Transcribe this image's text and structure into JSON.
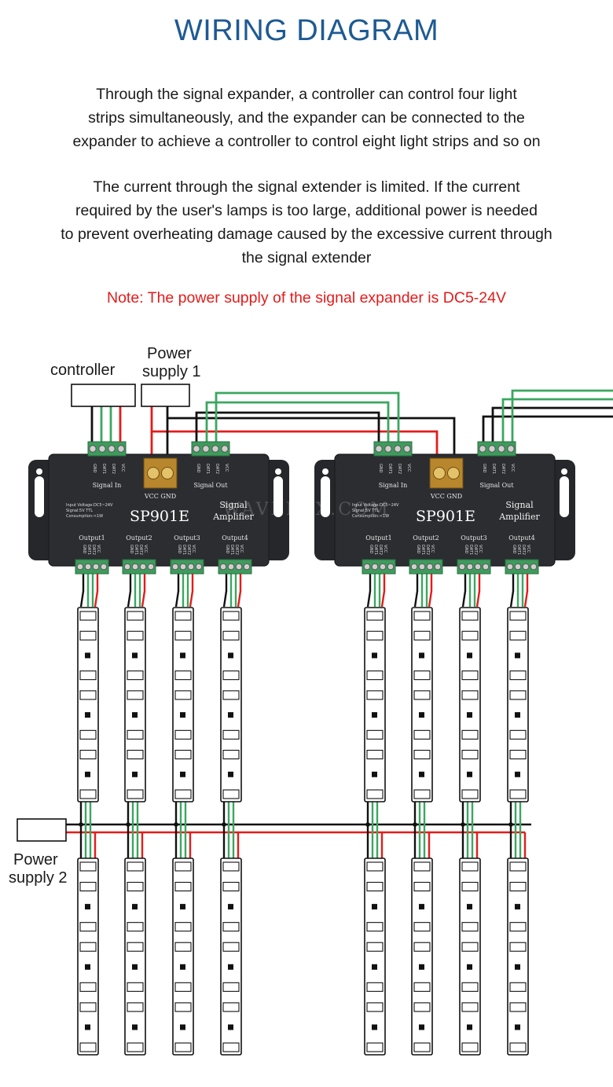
{
  "title": "WIRING DIAGRAM",
  "intro_lines": [
    "Through the signal expander, a controller can control four light",
    "strips simultaneously, and the expander can be connected to the",
    "expander to achieve a controller to control eight light strips and so on"
  ],
  "current_lines": [
    "The current through the signal extender is limited. If the current",
    "required by the user's lamps is too large, additional power is needed",
    "to prevent overheating damage caused by the excessive current through",
    "the signal extender"
  ],
  "note": "Note: The power supply of the signal expander is DC5-24V",
  "labels": {
    "controller": "controller",
    "power_supply_1": [
      "Power",
      "supply 1"
    ],
    "power_supply_2": [
      "Power",
      "supply 2"
    ]
  },
  "device": {
    "model": "SP901E",
    "name_lines": [
      "Signal",
      "Amplifier"
    ],
    "signal_in": "Signal In",
    "signal_out": "Signal Out",
    "vcc_gnd": "VCC GND",
    "specs": [
      "Input Voltage:DC5~24V",
      "Signal:5V TTL",
      "Consumption:<1W"
    ],
    "outputs": [
      "Output1",
      "Output2",
      "Output3",
      "Output4"
    ],
    "pins": [
      "GND",
      "DAT1",
      "DAT2",
      "VCC"
    ]
  },
  "watermark": "WAVELUX.COM",
  "colors": {
    "title": "#1d5a93",
    "note": "#e41b1b",
    "wire_red": "#e41b1b",
    "wire_green": "#3aa760",
    "wire_black": "#111111",
    "device_body": "#2b2d31",
    "terminal_green": "#3e9b5c",
    "terminal_brass": "#b8862c"
  }
}
